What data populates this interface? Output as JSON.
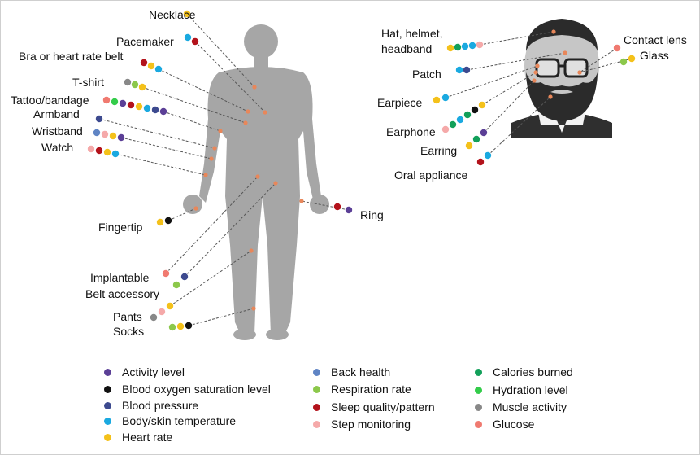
{
  "labels": {
    "necklace": "Necklace",
    "pacemaker": "Pacemaker",
    "bra": "Bra or heart rate belt",
    "tshirt": "T-shirt",
    "tattoo": "Tattoo/bandage",
    "armband": "Armband",
    "wristband": "Wristband",
    "watch": "Watch",
    "fingertip": "Fingertip",
    "implantable": "Implantable",
    "belt": "Belt accessory",
    "pants": "Pants",
    "socks": "Socks",
    "ring": "Ring",
    "hat_line1": "Hat, helmet,",
    "hat_line2": "headband",
    "patch": "Patch",
    "earpiece": "Earpiece",
    "earphone": "Earphone",
    "earring": "Earring",
    "oral": "Oral appliance",
    "contact": "Contact lens",
    "glass": "Glass"
  },
  "legend": [
    {
      "label": "Activity level",
      "color": "#5b3f96"
    },
    {
      "label": "Blood oxygen saturation level",
      "color": "#111111"
    },
    {
      "label": "Blood pressure",
      "color": "#3d4a8f"
    },
    {
      "label": "Body/skin temperature",
      "color": "#1aa9e0"
    },
    {
      "label": "Heart rate",
      "color": "#f4c11a"
    },
    {
      "label": "Back health",
      "color": "#5f84c4"
    },
    {
      "label": "Respiration rate",
      "color": "#8cc84b"
    },
    {
      "label": "Sleep quality/pattern",
      "color": "#b3121b"
    },
    {
      "label": "Step monitoring",
      "color": "#f5a9a9"
    },
    {
      "label": "Calories burned",
      "color": "#12a05a"
    },
    {
      "label": "Hydration level",
      "color": "#33cc4a"
    },
    {
      "label": "Muscle activity",
      "color": "#888888"
    },
    {
      "label": "Glucose",
      "color": "#f07a70"
    }
  ],
  "colors": {
    "silhouette": "#a6a6a6",
    "anchor_point": "#e8875a",
    "leader_line": "#555555",
    "beard": "#2b2b2b",
    "shirt": "#2f2f2f"
  }
}
